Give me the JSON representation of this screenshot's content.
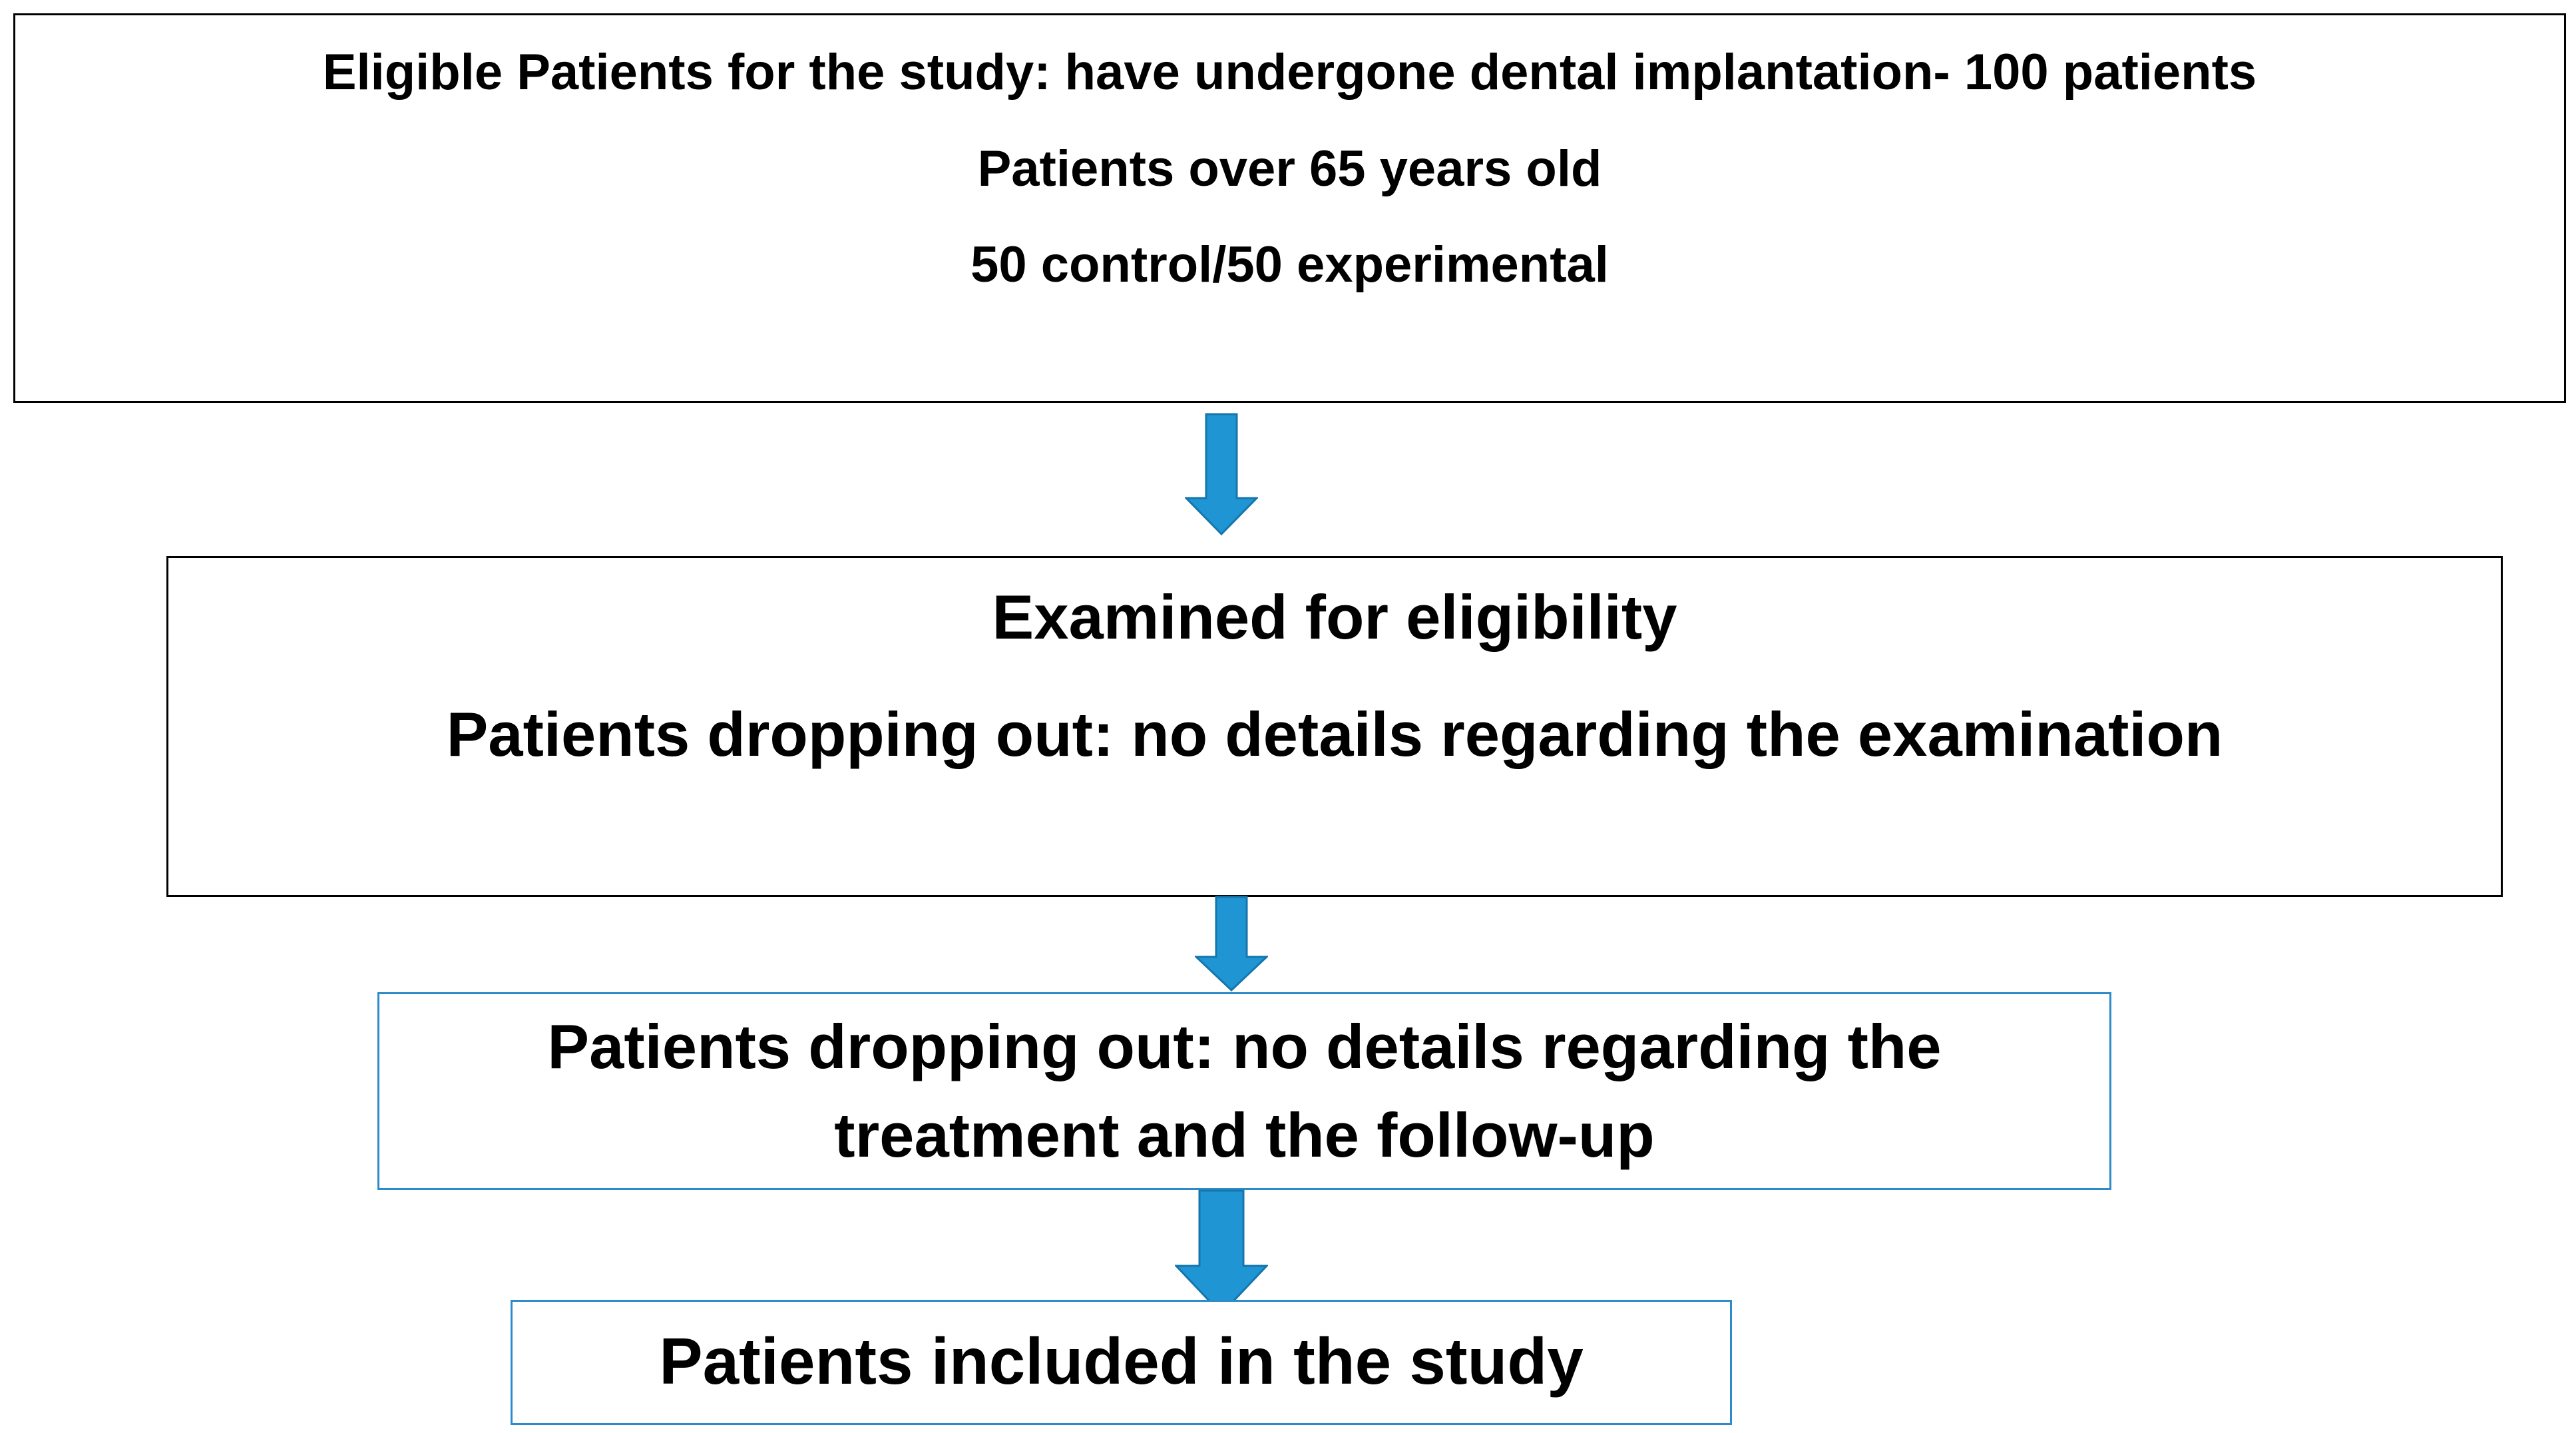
{
  "boxes": {
    "eligible": {
      "line1": "Eligible  Patients for the study: have undergone dental implantation- 100 patients",
      "line2": "Patients over 65 years old",
      "line3": "50 control/50 experimental"
    },
    "examined": {
      "line1": "Examined for eligibility",
      "line2": "Patients dropping out: no details regarding the examination"
    },
    "dropout_treatment": {
      "line1": "Patients dropping out: no  details regarding the",
      "line2": "treatment and the follow-up"
    },
    "included": {
      "line1": "Patients included in the study"
    }
  },
  "colors": {
    "arrow_fill": "#1f95d4",
    "arrow_stroke": "#1676ab",
    "blue_border": "#2e8bc9",
    "black_border": "#000000"
  }
}
